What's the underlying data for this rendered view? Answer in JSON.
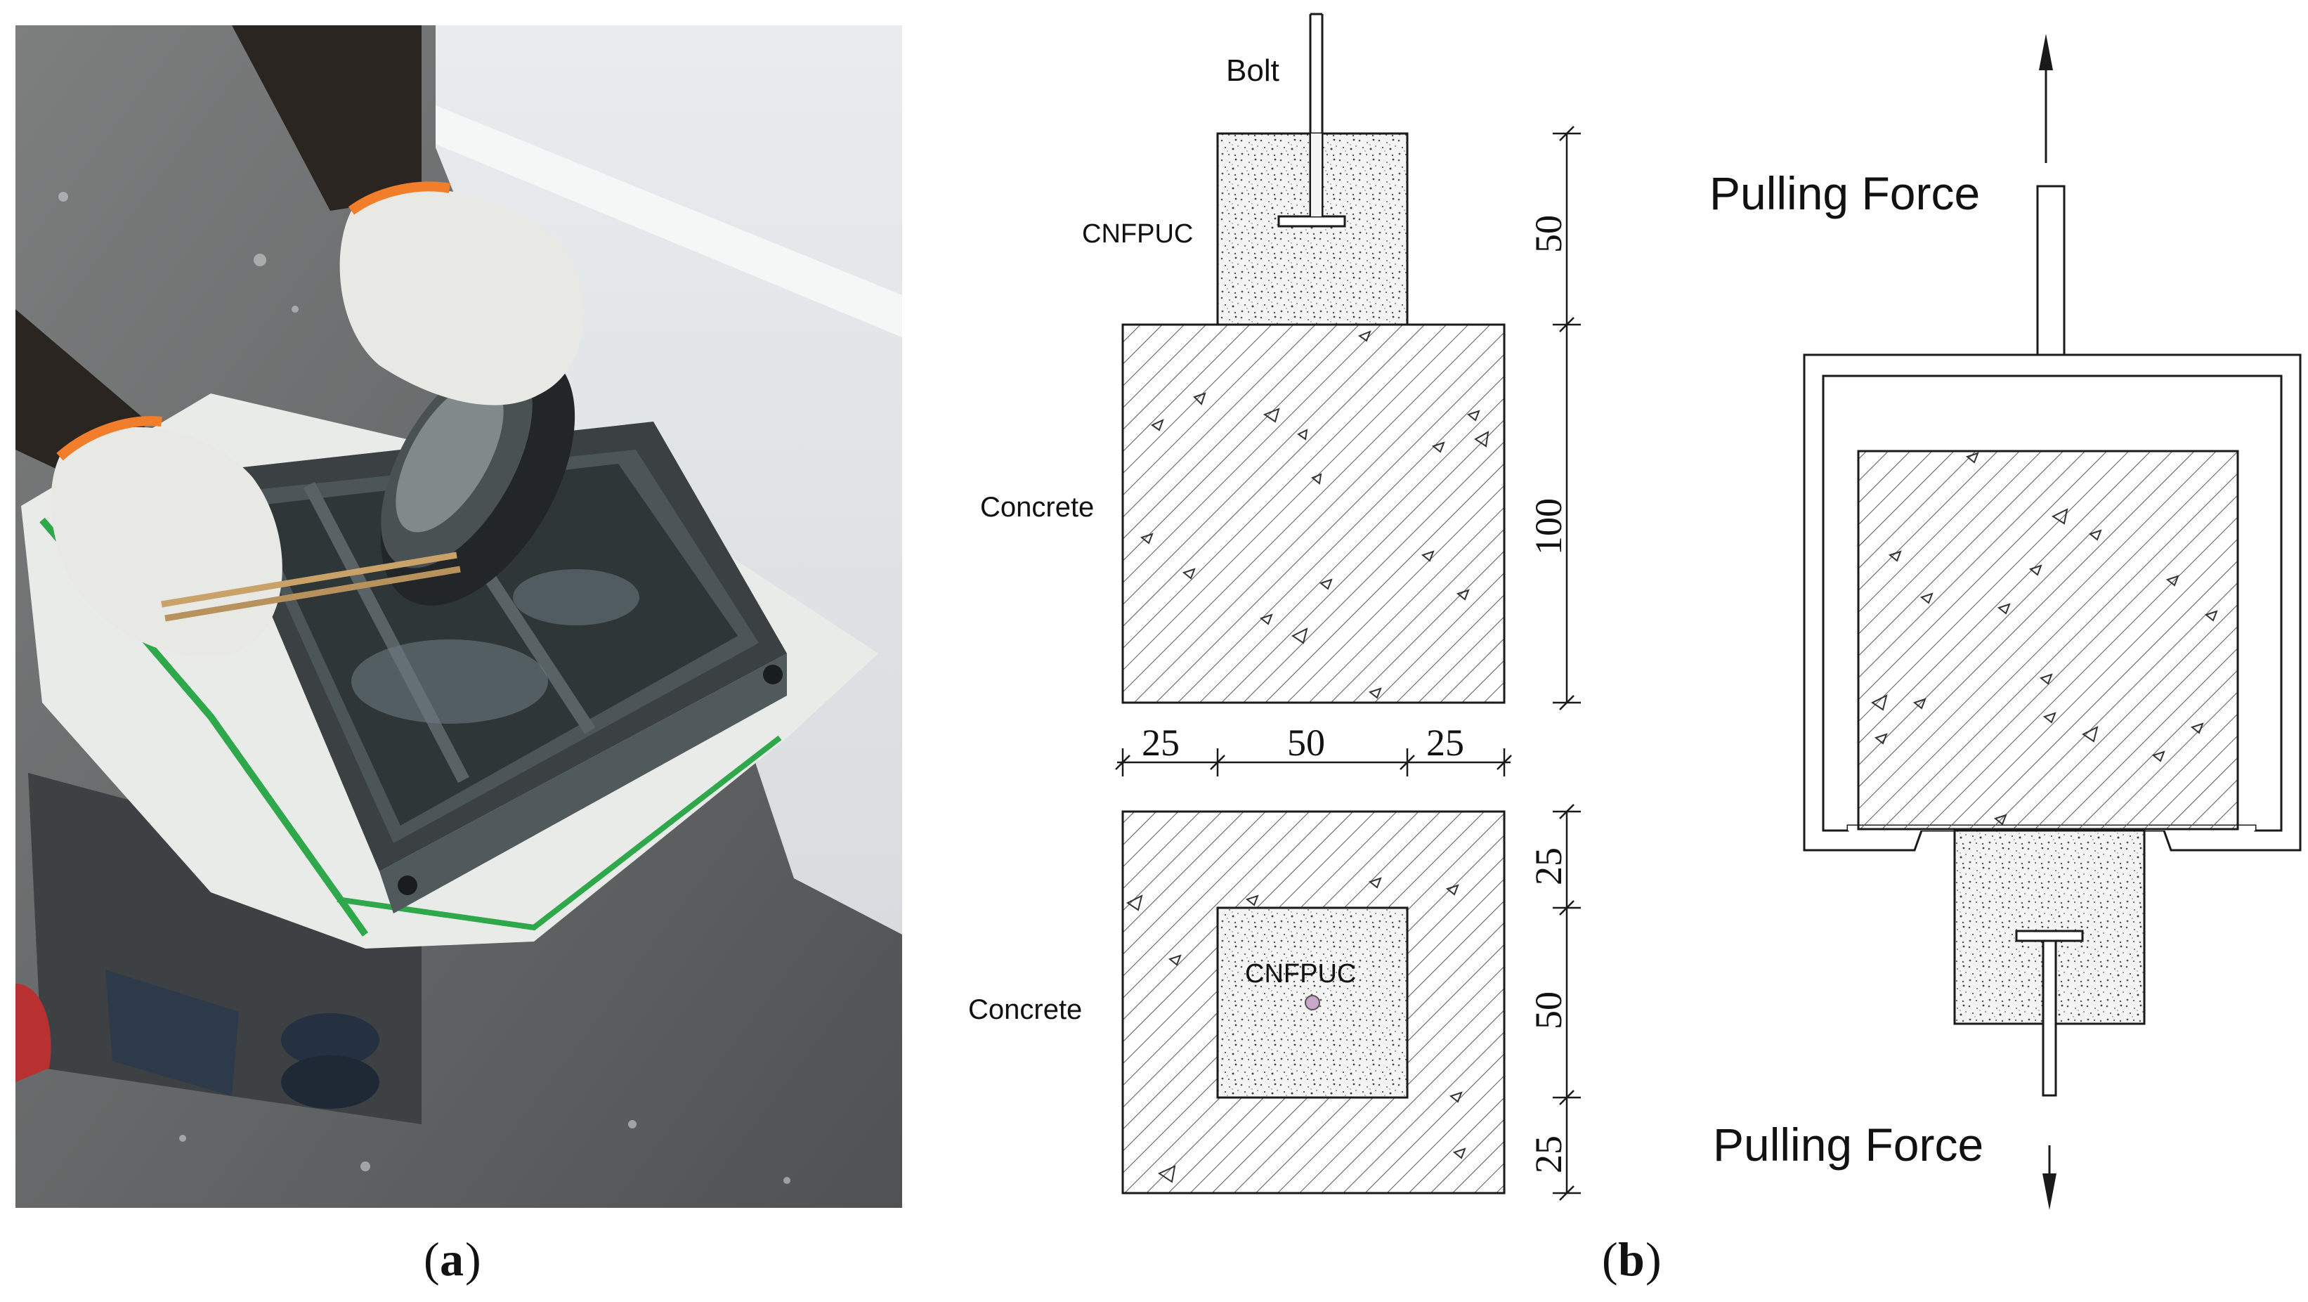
{
  "photo": {
    "description_icon": "photo-icon"
  },
  "section": {
    "bolt_label": "Bolt",
    "cnfpuc_label": "CNFPUC",
    "concrete_label": "Concrete",
    "dim_50": "50",
    "dim_100": "100",
    "dim_left_25": "25",
    "dim_mid_50": "50",
    "dim_right_25": "25"
  },
  "plan": {
    "cnfpuc_label": "CNFPUC",
    "concrete_label": "Concrete",
    "dim_top_25": "25",
    "dim_mid_50": "50",
    "dim_bottom_25": "25"
  },
  "test_setup": {
    "pulling_force_top": "Pulling Force",
    "pulling_force_bottom": "Pulling Force"
  },
  "captions": {
    "a_open": "(",
    "a_letter": "a",
    "a_close": ")",
    "b_open": "(",
    "b_letter": "b",
    "b_close": ")"
  },
  "colors": {
    "line": "#1a1a1a",
    "hatch": "#555555",
    "photo_bg": "#6b6d6e"
  }
}
